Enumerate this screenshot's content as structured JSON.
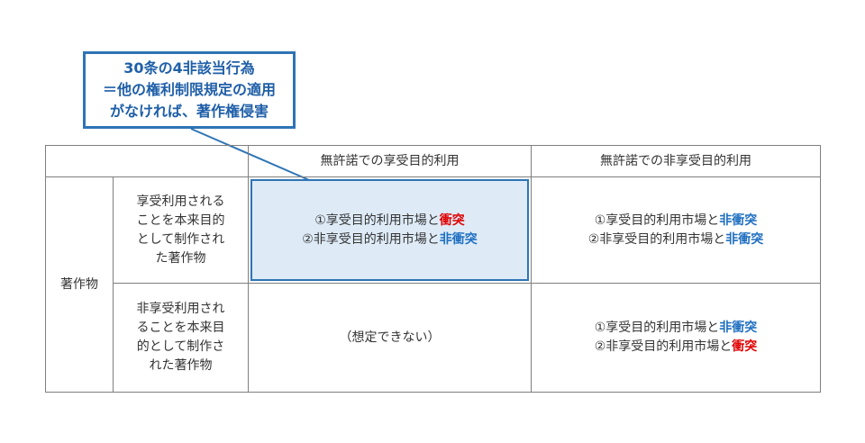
{
  "callout": {
    "lines": [
      "30条の4非該当行為",
      "＝他の権利制限規定の適用",
      "がなければ、著作権侵害"
    ]
  },
  "table": {
    "headers": [
      "無許諾での享受目的利用",
      "無許諾での非享受目的利用"
    ],
    "row_group": "著作物",
    "rows": [
      {
        "label_lines": [
          "享受利用される",
          "ことを本来目的",
          "として制作され",
          "た著作物"
        ],
        "col1": {
          "line1": {
            "prefix": "①享受目的利用市場と",
            "tag": "衝突"
          },
          "line2": {
            "prefix": "②非享受目的利用市場と",
            "tag": "非衝突"
          }
        },
        "col2": {
          "line1": {
            "prefix": "①享受目的利用市場と",
            "tag": "非衝突"
          },
          "line2": {
            "prefix": "②非享受目的利用市場と",
            "tag": "非衝突"
          }
        }
      },
      {
        "label_lines": [
          "非享受利用され",
          "ることを本来目",
          "的として制作さ",
          "れた著作物"
        ],
        "col1": {
          "text": "（想定できない）"
        },
        "col2": {
          "line1": {
            "prefix": "①享受目的利用市場と",
            "tag": "非衝突"
          },
          "line2": {
            "prefix": "②非享受目的利用市場と",
            "tag": "衝突"
          }
        }
      }
    ]
  },
  "colors": {
    "accent": "#2e74b5",
    "highlight_fill": "#deebf7",
    "conflict": "#e00000",
    "non_conflict": "#1f6fc0"
  }
}
